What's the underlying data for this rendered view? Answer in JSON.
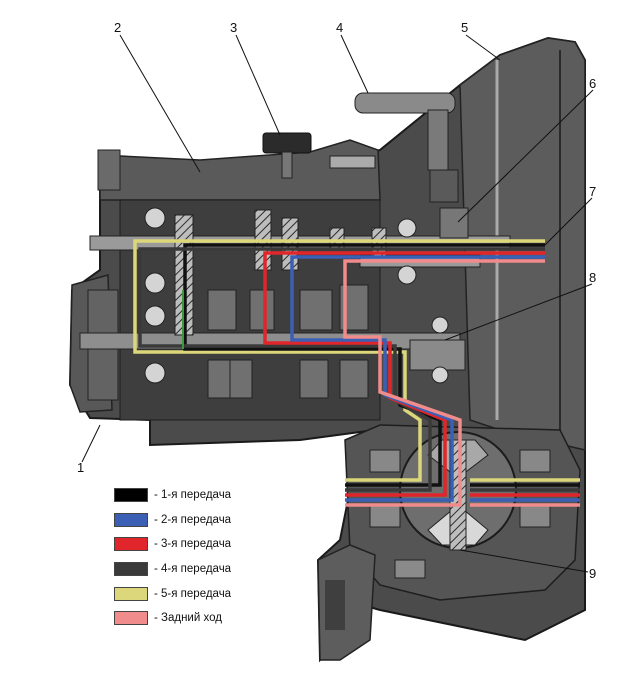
{
  "callouts": [
    "1",
    "2",
    "3",
    "4",
    "5",
    "6",
    "7",
    "8",
    "9"
  ],
  "legend": [
    {
      "label": "- 1-я  передача",
      "color": "#000000"
    },
    {
      "label": "- 2-я  передача",
      "color": "#3b5fb4"
    },
    {
      "label": "- 3-я  передача",
      "color": "#e0262b"
    },
    {
      "label": "- 4-я  передача",
      "color": "#3a3a3a"
    },
    {
      "label": "- 5-я  передача",
      "color": "#dcd77a"
    },
    {
      "label": "- Задний ход",
      "color": "#f08c8c"
    }
  ]
}
